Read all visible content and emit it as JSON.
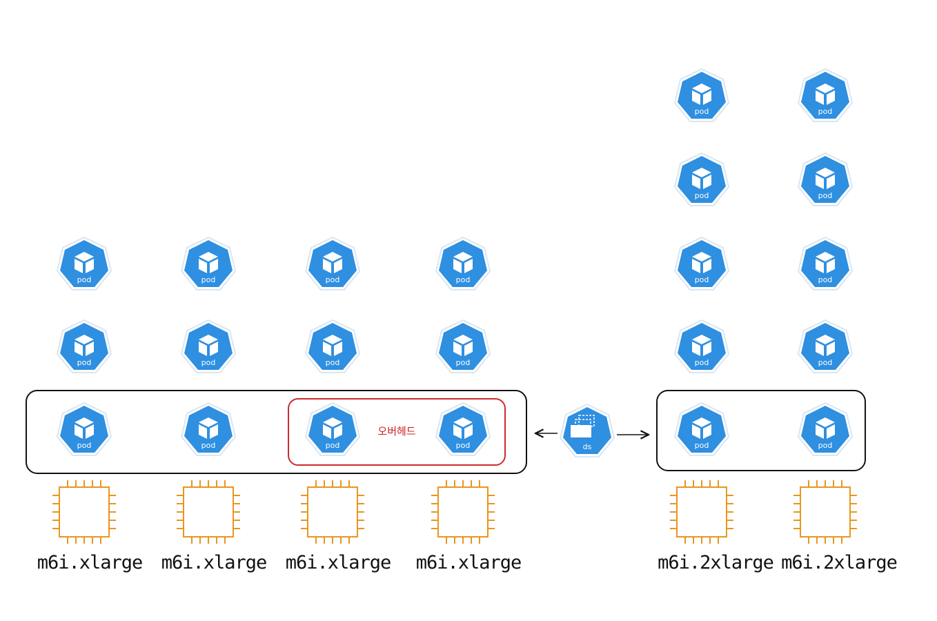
{
  "colors": {
    "k8s_blue": "#2f8fe0",
    "chip_orange": "#e8951f",
    "overhead_red": "#cc2a2a",
    "outline": "#111111"
  },
  "pod": {
    "label": "pod",
    "icon": "kubernetes-pod-icon"
  },
  "daemonset": {
    "label": "ds",
    "icon": "kubernetes-daemonset-icon"
  },
  "overhead": {
    "label": "오버헤드"
  },
  "nodes": [
    {
      "label": "m6i.xlarge",
      "icon": "ec2-instance-chip-icon",
      "pods_stacked": 2,
      "ds_pod": true
    },
    {
      "label": "m6i.xlarge",
      "icon": "ec2-instance-chip-icon",
      "pods_stacked": 2,
      "ds_pod": true
    },
    {
      "label": "m6i.xlarge",
      "icon": "ec2-instance-chip-icon",
      "pods_stacked": 2,
      "ds_pod": true
    },
    {
      "label": "m6i.xlarge",
      "icon": "ec2-instance-chip-icon",
      "pods_stacked": 2,
      "ds_pod": true
    },
    {
      "label": "m6i.2xlarge",
      "icon": "ec2-instance-chip-icon",
      "pods_stacked": 4,
      "ds_pod": true
    },
    {
      "label": "m6i.2xlarge",
      "icon": "ec2-instance-chip-icon",
      "pods_stacked": 4,
      "ds_pod": true
    }
  ]
}
